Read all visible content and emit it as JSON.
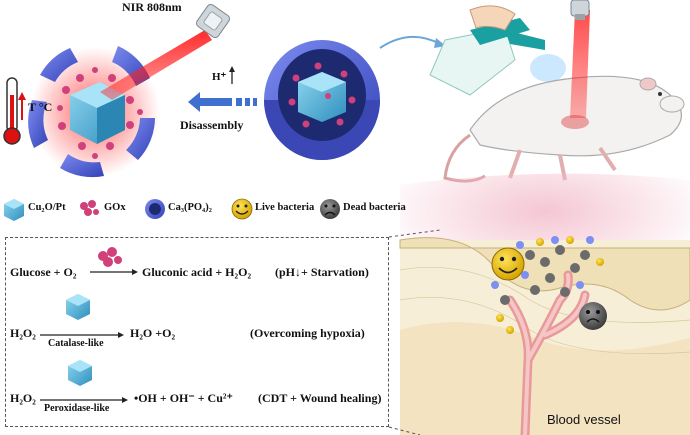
{
  "labels": {
    "nir": "NIR 808nm",
    "temp": "T °C",
    "hplus": "H⁺",
    "disassembly": "Disassembly",
    "blood_vessel": "Blood vessel"
  },
  "legend": {
    "cu2o_pt": "Cu₂O/Pt",
    "gox": "GOx",
    "ca3po4": "Ca₃(PO₄)₂",
    "live": "Live bacteria",
    "dead": "Dead bacteria"
  },
  "equations": {
    "eq1_left": "Glucose + O₂",
    "eq1_right": "Gluconic acid + H₂O₂",
    "eq1_note": "(pH↓+ Starvation)",
    "eq2_left": "H₂O₂",
    "eq2_catalyst": "Catalase-like",
    "eq2_right": "H₂O +O₂",
    "eq2_note": "(Overcoming hypoxia)",
    "eq3_left": "H₂O₂",
    "eq3_catalyst": "Peroxidase-like",
    "eq3_right": "•OH + OH⁻ + Cu²⁺",
    "eq3_note": "(CDT + Wound healing)"
  },
  "colors": {
    "cube": "#4fb6dc",
    "shell": "#5566d8",
    "gox": "#d0407a",
    "laser": "#e01818",
    "arrow": "#3f6fcf",
    "skin": "#f3e6c8",
    "vessel": "#e89a9a"
  }
}
